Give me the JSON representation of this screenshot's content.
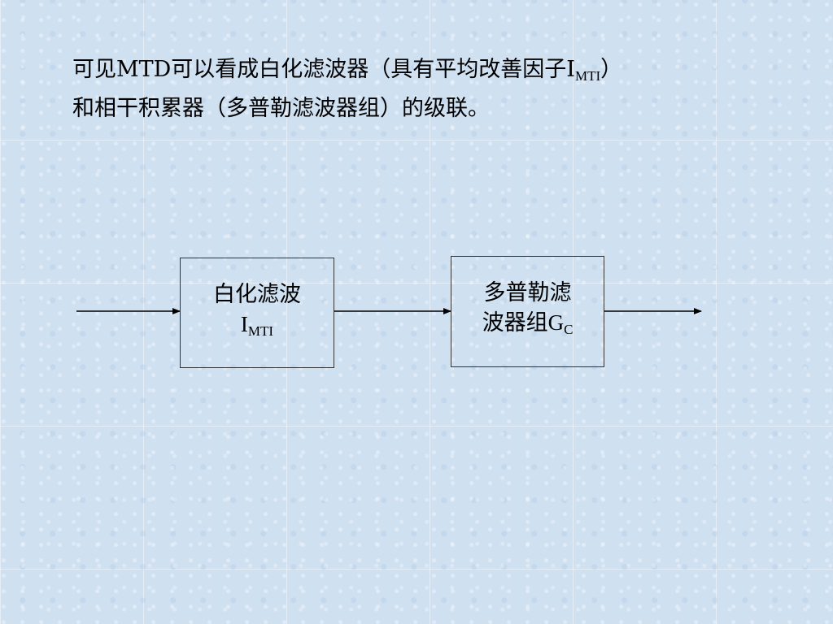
{
  "intro": {
    "line1_text": "可见MTD可以看成白化滤波器（具有平均改善因子I",
    "line1_sub": "MTI",
    "line1_end": "）",
    "line2_text": "和相干积累器（多普勒滤波器组）的级联。"
  },
  "blocks": {
    "whitening": {
      "line1": "白化滤波",
      "symbol": "I",
      "symbol_sub": "MTI"
    },
    "doppler": {
      "line1": "多普勒滤",
      "line2": "波器组",
      "symbol": "G",
      "symbol_sub": "C"
    }
  }
}
